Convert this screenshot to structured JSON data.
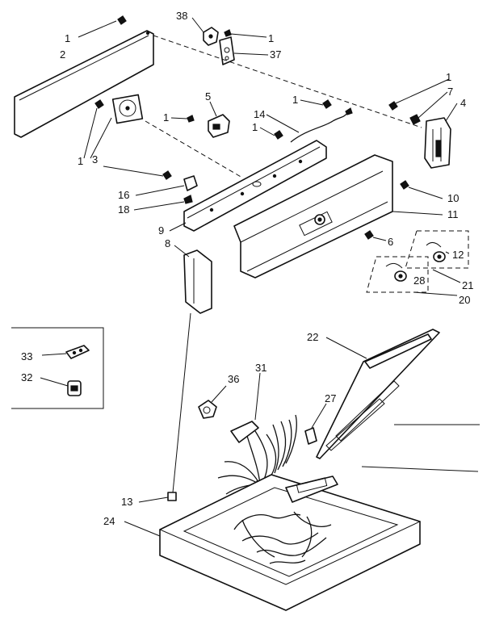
{
  "callouts": {
    "c1a": "1",
    "c2": "2",
    "c38": "38",
    "c1b": "1",
    "c37": "37",
    "c5": "5",
    "c1c": "1",
    "c14": "14",
    "c1d": "1",
    "c1e": "1",
    "c1f": "1",
    "c7": "7",
    "c4": "4",
    "c1g": "1",
    "c3": "3",
    "c16": "16",
    "c18": "18",
    "c9": "9",
    "c8": "8",
    "c10": "10",
    "c11": "11",
    "c6": "6",
    "c12": "12",
    "c28": "28",
    "c21": "21",
    "c20": "20",
    "c22": "22",
    "c33": "33",
    "c32": "32",
    "c36": "36",
    "c31": "31",
    "c27": "27",
    "c13": "13",
    "c24": "24"
  }
}
